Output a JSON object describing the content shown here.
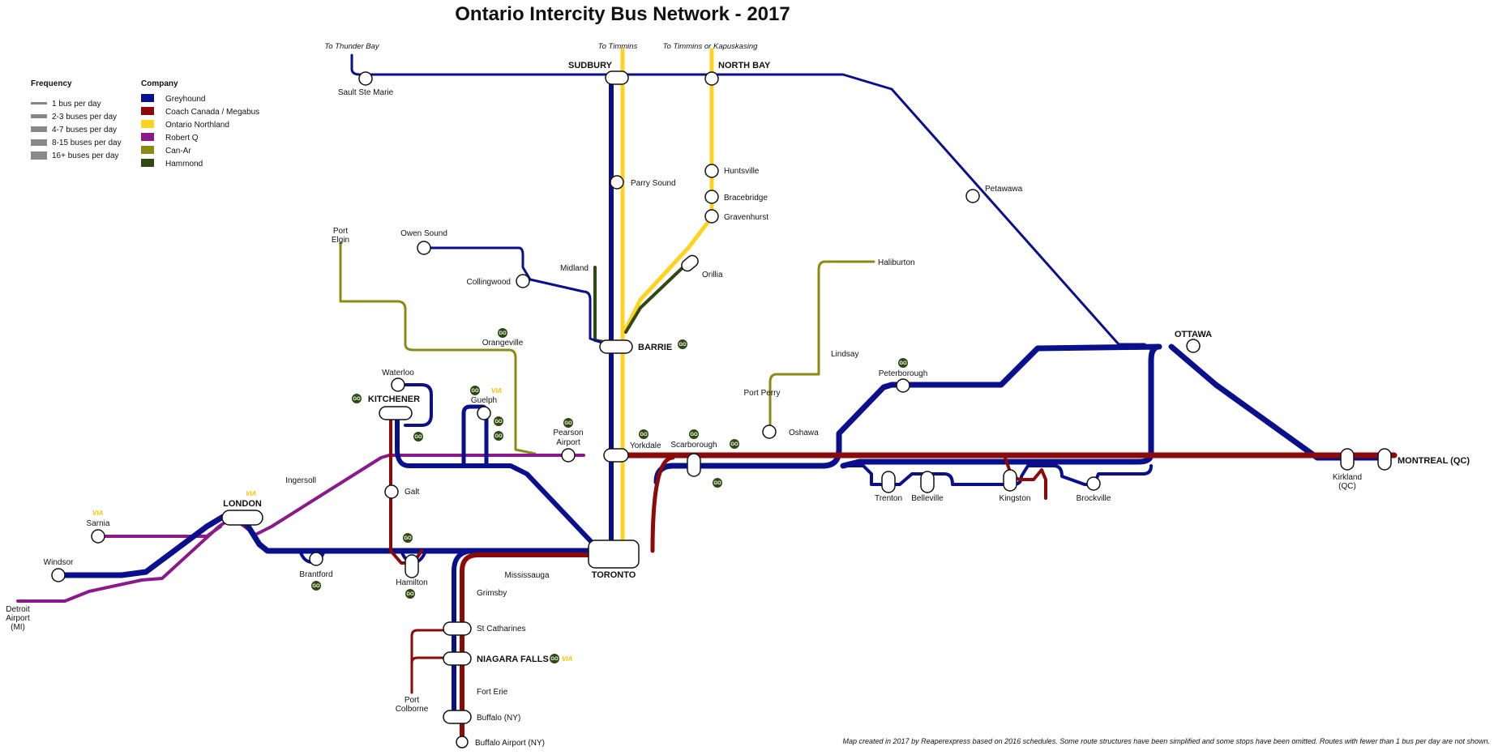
{
  "title": "Ontario Intercity Bus Network - 2017",
  "legend": {
    "frequency_heading": "Frequency",
    "frequency_items": [
      "1 bus per day",
      "2-3 buses per day",
      "4-7 buses per day",
      "8-15 buses per day",
      "16+ buses per day"
    ],
    "company_heading": "Company",
    "company_items": [
      {
        "label": "Greyhound",
        "color": "#0a0f8c"
      },
      {
        "label": "Coach Canada / Megabus",
        "color": "#8b0a0a"
      },
      {
        "label": "Ontario Northland",
        "color": "#ffd21f"
      },
      {
        "label": "Robert Q",
        "color": "#8a1a8a"
      },
      {
        "label": "Can-Ar",
        "color": "#8c8a14"
      },
      {
        "label": "Hammond",
        "color": "#2e4a12"
      }
    ]
  },
  "destinations": {
    "thunder_bay": "To Thunder Bay",
    "timmins": "To Timmins",
    "timmins_kap": "To Timmins or Kapuskasing"
  },
  "major_cities": {
    "sudbury": "SUDBURY",
    "north_bay": "NORTH BAY",
    "barrie": "BARRIE",
    "kitchener": "KITCHENER",
    "london": "LONDON",
    "toronto": "TORONTO",
    "ottawa": "OTTAWA",
    "montreal": "MONTREAL (QC)",
    "niagara_falls": "NIAGARA FALLS"
  },
  "stations": {
    "sault_ste_marie": "Sault Ste Marie",
    "parry_sound": "Parry Sound",
    "huntsville": "Huntsville",
    "bracebridge": "Bracebridge",
    "gravenhurst": "Gravenhurst",
    "orillia": "Orillia",
    "petawawa": "Petawawa",
    "port_elgin_1": "Port",
    "port_elgin_2": "Elgin",
    "owen_sound": "Owen Sound",
    "collingwood": "Collingwood",
    "midland": "Midland",
    "orangeville": "Orangeville",
    "haliburton": "Haliburton",
    "lindsay": "Lindsay",
    "port_perry": "Port Perry",
    "peterborough": "Peterborough",
    "oshawa": "Oshawa",
    "waterloo": "Waterloo",
    "guelph": "Guelph",
    "pearson_1": "Pearson",
    "pearson_2": "Airport",
    "yorkdale": "Yorkdale",
    "scarborough": "Scarborough",
    "ingersoll": "Ingersoll",
    "galt": "Galt",
    "sarnia": "Sarnia",
    "windsor": "Windsor",
    "brantford": "Brantford",
    "hamilton": "Hamilton",
    "mississauga": "Mississauga",
    "grimsby": "Grimsby",
    "st_catharines": "St Catharines",
    "port_colborne_1": "Port",
    "port_colborne_2": "Colborne",
    "fort_erie": "Fort Erie",
    "buffalo": "Buffalo (NY)",
    "buffalo_airport": "Buffalo Airport (NY)",
    "detroit_1": "Detroit",
    "detroit_2": "Airport",
    "detroit_3": "(MI)",
    "trenton": "Trenton",
    "belleville": "Belleville",
    "kingston": "Kingston",
    "brockville": "Brockville",
    "kirkland_1": "Kirkland",
    "kirkland_2": "(QC)"
  },
  "icons": {
    "go": "GO",
    "via": "VIA"
  },
  "footnote": "Map created in 2017 by Reaperexpress based on 2016 schedules.  Some route structures have been simplified and some stops have been omitted. Routes with fewer than 1 bus per day are not shown."
}
